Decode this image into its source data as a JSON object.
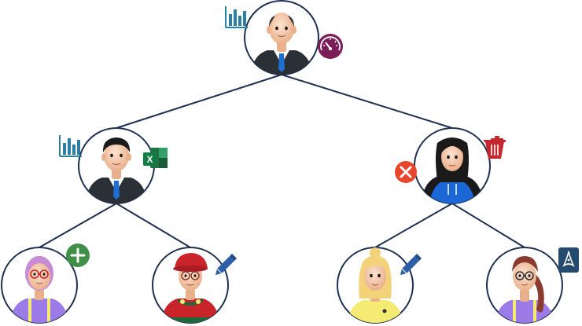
{
  "colors": {
    "edge": "#1f3150",
    "node_border": "#1f3150",
    "node_fill": "#ffffff",
    "skin": "#f4c9a8",
    "suit": "#2b2f36",
    "shirt": "#ffffff",
    "tie_blue": "#1f6fd1",
    "hair_dark": "#1a1a1a",
    "hair_blonde": "#f3d27a",
    "hair_pink": "#c98ad6",
    "hair_brown": "#8b3a2e",
    "hood_blue": "#1b67d6",
    "sweater_red": "#c8242a",
    "sweater_green": "#1d6b3a",
    "overall_purple": "#9c7ae8",
    "yellow_top": "#f5ea72",
    "chart_teal": "#2b7fa3",
    "speedometer": "#7a1d58",
    "excel_green": "#1e7145",
    "add_green": "#3f8f49",
    "delete_red": "#c3282e",
    "cancel_orange": "#e8452c",
    "edit_blue": "#2d5fa8",
    "pdf_navy": "#244a6e"
  },
  "nodes": [
    {
      "id": "root",
      "avatar": "bald-businessman",
      "badges": [
        "bar-chart-icon",
        "speedometer-icon"
      ]
    },
    {
      "id": "left",
      "avatar": "businessman",
      "badges": [
        "bar-chart-icon",
        "excel-icon"
      ]
    },
    {
      "id": "right",
      "avatar": "hooded-woman",
      "badges": [
        "cancel-icon",
        "trash-icon"
      ]
    },
    {
      "id": "ll",
      "avatar": "purple-hair-woman",
      "badges": [
        "add-icon"
      ]
    },
    {
      "id": "lr",
      "avatar": "red-beret-man",
      "badges": [
        "edit-icon"
      ]
    },
    {
      "id": "rl",
      "avatar": "blonde-woman",
      "badges": [
        "edit-icon"
      ]
    },
    {
      "id": "rr",
      "avatar": "red-hair-woman",
      "badges": [
        "pdf-icon"
      ]
    }
  ],
  "edges": [
    [
      "root",
      "left"
    ],
    [
      "root",
      "right"
    ],
    [
      "left",
      "ll"
    ],
    [
      "left",
      "lr"
    ],
    [
      "right",
      "rl"
    ],
    [
      "right",
      "rr"
    ]
  ],
  "badges": {
    "excel_letter": "X"
  }
}
